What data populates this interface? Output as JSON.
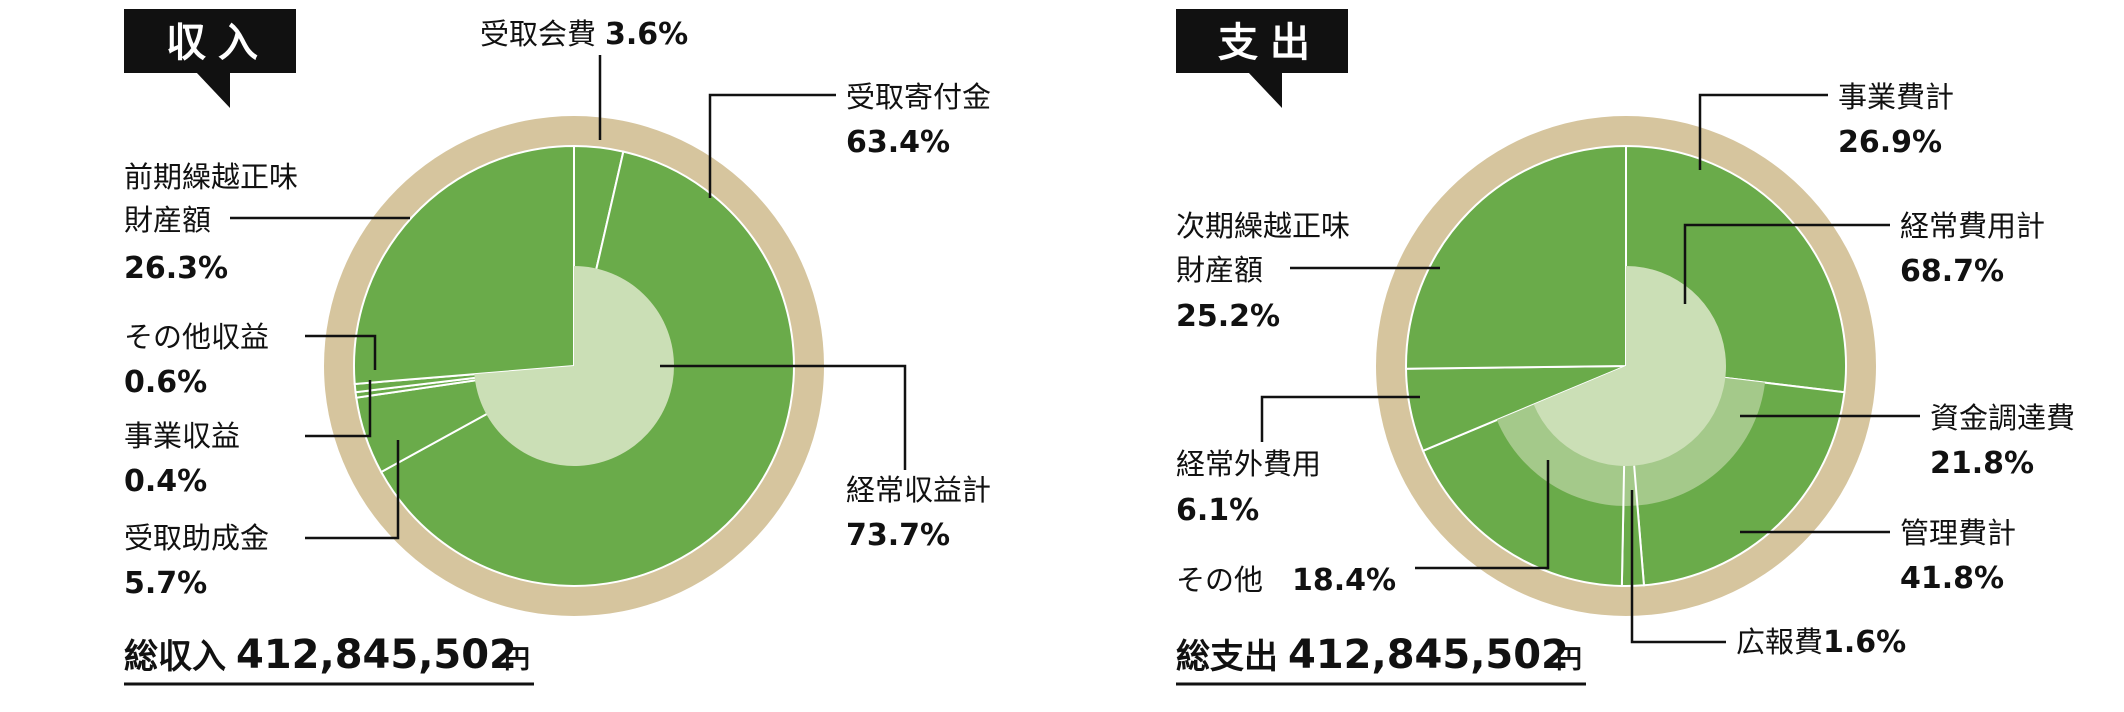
{
  "colors": {
    "ring": "#d6c59e",
    "outer": "#6aab4a",
    "inner_light": "#cbdfb6",
    "mid_light": "#a4c98a",
    "badge": "#111111",
    "separator": "#ffffff",
    "leader": "#111111"
  },
  "chart_data": [
    {
      "type": "pie",
      "title": "収入",
      "total": {
        "label": "総収入",
        "value": "412,845,502",
        "unit": "円"
      },
      "slices": [
        {
          "id": "fee",
          "label": "受取会費",
          "pct_text": "3.6%",
          "value": 3.6
        },
        {
          "id": "donation",
          "label": "受取寄付金",
          "pct_text": "63.4%",
          "value": 63.4
        },
        {
          "id": "grant",
          "label": "受取助成金",
          "pct_text": "5.7%",
          "value": 5.7
        },
        {
          "id": "business",
          "label": "事業収益",
          "pct_text": "0.4%",
          "value": 0.4
        },
        {
          "id": "other",
          "label": "その他収益",
          "pct_text": "0.6%",
          "value": 0.6
        },
        {
          "id": "carry",
          "label_lines": [
            "前期繰越正味",
            "財産額"
          ],
          "pct_text": "26.3%",
          "value": 26.3
        }
      ],
      "inner": [
        {
          "id": "ordinary",
          "label": "経常収益計",
          "pct_text": "73.7%",
          "value": 73.7
        }
      ]
    },
    {
      "type": "pie",
      "title": "支出",
      "total": {
        "label": "総支出",
        "value": "412,845,502",
        "unit": "円"
      },
      "slices": [
        {
          "id": "project",
          "label": "事業費計",
          "pct_text": "26.9%",
          "value": 26.9
        },
        {
          "id": "funding",
          "label": "資金調達費",
          "pct_text": "21.8%",
          "value": 21.8
        },
        {
          "id": "pr",
          "label": "広報費",
          "pct_text": "1.6%",
          "value": 1.6
        },
        {
          "id": "other",
          "label": "その他",
          "pct_text": "18.4%",
          "value": 18.4
        },
        {
          "id": "nonordinary",
          "label": "経常外費用",
          "pct_text": "6.1%",
          "value": 6.1
        },
        {
          "id": "carry",
          "label_lines": [
            "次期繰越正味",
            "財産額"
          ],
          "pct_text": "25.2%",
          "value": 25.2
        }
      ],
      "inner": [
        {
          "id": "ordinary",
          "label": "経常費用計",
          "pct_text": "68.7%",
          "value": 68.7
        },
        {
          "id": "admin",
          "label": "管理費計",
          "pct_text": "41.8%",
          "value": 41.8
        }
      ]
    }
  ]
}
